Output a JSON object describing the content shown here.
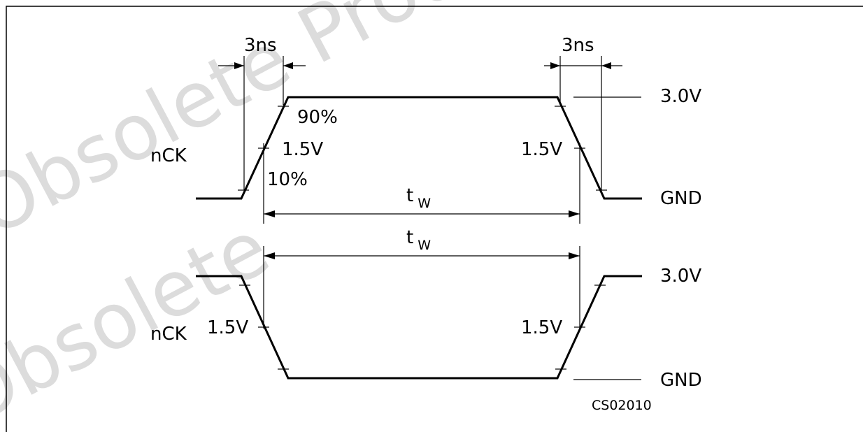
{
  "watermark": {
    "top": "Obsolete Product(s) - Obsolete",
    "bottom": "Obsolete"
  },
  "waveform1": {
    "signal": "nCK",
    "pct90": "90%",
    "pct10": "10%",
    "mid_left": "1.5V",
    "mid_right": "1.5V",
    "rise_time": "3ns",
    "fall_time": "3ns",
    "level_high": "3.0V",
    "level_low": "GND",
    "width_main": "t",
    "width_sub": "W"
  },
  "waveform2": {
    "signal": "nCK",
    "mid_left": "1.5V",
    "mid_right": "1.5V",
    "level_high": "3.0V",
    "level_low": "GND",
    "width_main": "t",
    "width_sub": "W"
  },
  "figure_id": "CS02010"
}
